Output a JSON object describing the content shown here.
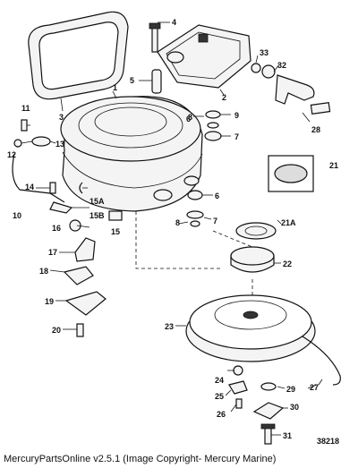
{
  "callouts": [
    {
      "id": "c1",
      "label": "1"
    },
    {
      "id": "c2",
      "label": "2"
    },
    {
      "id": "c3",
      "label": "3"
    },
    {
      "id": "c4",
      "label": "4"
    },
    {
      "id": "c5",
      "label": "5"
    },
    {
      "id": "c6",
      "label": "6"
    },
    {
      "id": "c6b",
      "label": "6"
    },
    {
      "id": "c7",
      "label": "7"
    },
    {
      "id": "c7b",
      "label": "7"
    },
    {
      "id": "c8",
      "label": "8"
    },
    {
      "id": "c8b",
      "label": "8"
    },
    {
      "id": "c9",
      "label": "9"
    },
    {
      "id": "c10",
      "label": "10"
    },
    {
      "id": "c11",
      "label": "11"
    },
    {
      "id": "c12",
      "label": "12"
    },
    {
      "id": "c13",
      "label": "13"
    },
    {
      "id": "c14",
      "label": "14"
    },
    {
      "id": "c15",
      "label": "15"
    },
    {
      "id": "c15a",
      "label": "15A"
    },
    {
      "id": "c15b",
      "label": "15B"
    },
    {
      "id": "c16",
      "label": "16"
    },
    {
      "id": "c17",
      "label": "17"
    },
    {
      "id": "c18",
      "label": "18"
    },
    {
      "id": "c19",
      "label": "19"
    },
    {
      "id": "c20",
      "label": "20"
    },
    {
      "id": "c21",
      "label": "21"
    },
    {
      "id": "c21a",
      "label": "21A"
    },
    {
      "id": "c22",
      "label": "22"
    },
    {
      "id": "c23",
      "label": "23"
    },
    {
      "id": "c24",
      "label": "24"
    },
    {
      "id": "c25",
      "label": "25"
    },
    {
      "id": "c26",
      "label": "26"
    },
    {
      "id": "c27",
      "label": "27"
    },
    {
      "id": "c28",
      "label": "28"
    },
    {
      "id": "c29",
      "label": "29"
    },
    {
      "id": "c30",
      "label": "30"
    },
    {
      "id": "c31",
      "label": "31"
    },
    {
      "id": "c32",
      "label": "32"
    },
    {
      "id": "c33",
      "label": "33"
    }
  ],
  "figure_number": "38218",
  "footer": "MercuryPartsOnline v2.5.1 (Image Copyright- Mercury Marine)"
}
